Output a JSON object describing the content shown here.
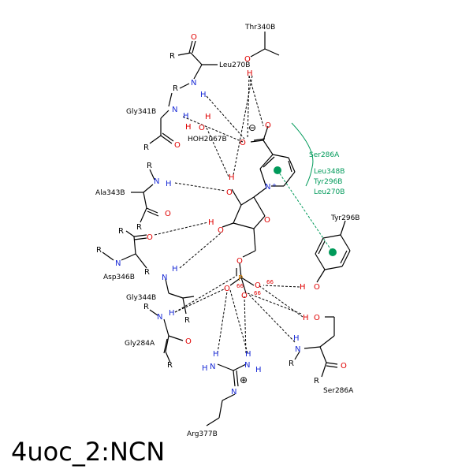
{
  "title": "4uoc_2:NCN",
  "residues": {
    "thr340b": "Thr340B",
    "leu270b": "Leu270B",
    "gly341b": "Gly341B",
    "hoh2067b": "HOH2067B",
    "ala343b": "Ala343B",
    "asp346b": "Asp346B",
    "gly344b": "Gly344B",
    "gly284a": "Gly284A",
    "arg377b": "Arg377B",
    "ser286a_bottom": "Ser286A",
    "tyr296b_ring": "Tyr296B"
  },
  "hydrophobic": {
    "labels": [
      "Ser286A",
      "Leu348B",
      "Tyr296B",
      "Leu270B"
    ],
    "color": "#009a5a"
  },
  "atoms": {
    "O": "O",
    "N": "N",
    "H": "H",
    "R": "R",
    "P": "P",
    "N_plus": "N",
    "plus": "+",
    "minus": "⊖",
    "cation": "⊕"
  },
  "metal_distances": [
    "66",
    "66",
    "66"
  ],
  "colors": {
    "oxygen": "#e00000",
    "nitrogen": "#1a2bd6",
    "pi": "#009a5a"
  }
}
